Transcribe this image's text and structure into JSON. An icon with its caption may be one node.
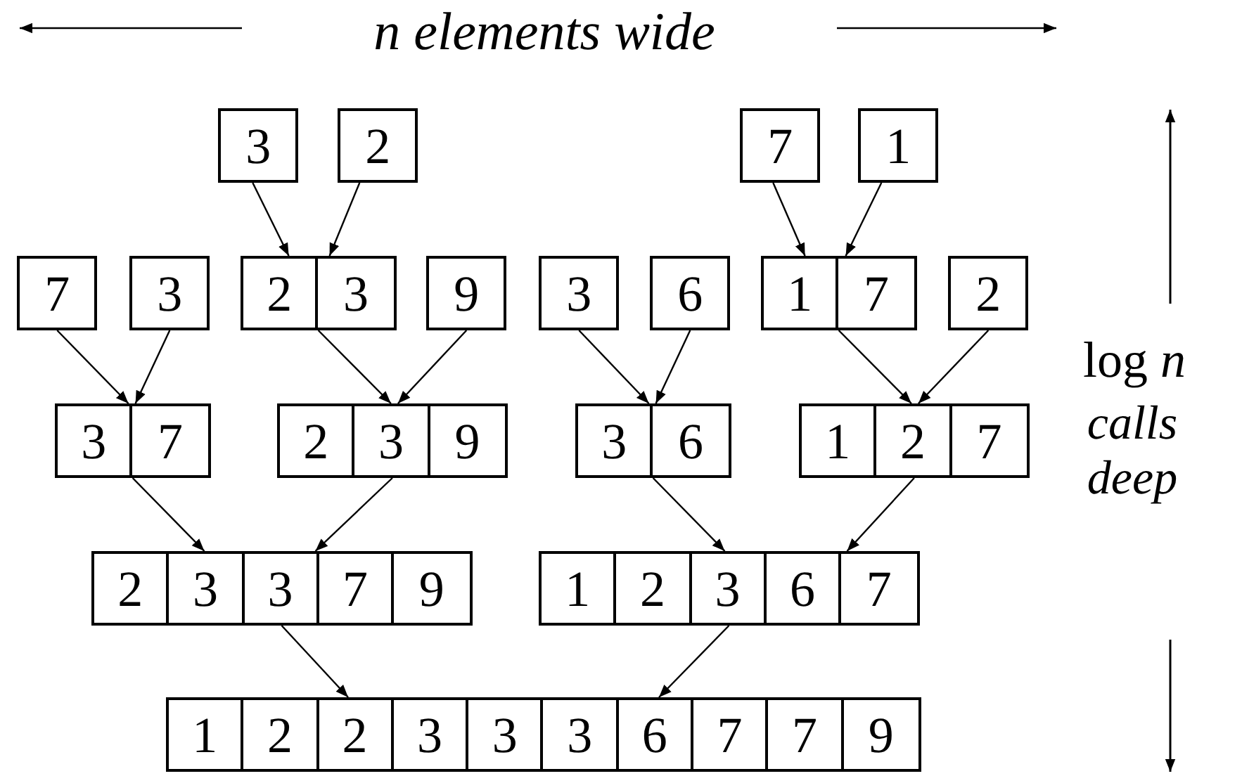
{
  "diagram": {
    "nodes": [
      {
        "text": [
          "3"
        ]
      },
      {
        "text": [
          "2"
        ]
      },
      {
        "text": [
          "7"
        ]
      },
      {
        "text": [
          "1"
        ]
      },
      {
        "text": [
          "7"
        ]
      },
      {
        "text": [
          "3"
        ]
      },
      {
        "text": [
          "2",
          "3"
        ]
      },
      {
        "text": [
          "9"
        ]
      },
      {
        "text": [
          "3"
        ]
      },
      {
        "text": [
          "6"
        ]
      },
      {
        "text": [
          "1",
          "7"
        ]
      },
      {
        "text": [
          "2"
        ]
      },
      {
        "text": [
          "3",
          "7"
        ]
      },
      {
        "text": [
          "2",
          "3",
          "9"
        ]
      },
      {
        "text": [
          "3",
          "6"
        ]
      },
      {
        "text": [
          "1",
          "2",
          "7"
        ]
      },
      {
        "text": [
          "2",
          "3",
          "3",
          "7",
          "9"
        ]
      },
      {
        "text": [
          "1",
          "2",
          "3",
          "6",
          "7"
        ]
      },
      {
        "text": [
          "1",
          "2",
          "2",
          "3",
          "3",
          "3",
          "6",
          "7",
          "7",
          "9"
        ]
      }
    ],
    "edges": [
      {
        "from": 0,
        "to": 6,
        "arrow": "to"
      },
      {
        "from": 1,
        "to": 6,
        "arrow": "to"
      },
      {
        "from": 2,
        "to": 10,
        "arrow": "to"
      },
      {
        "from": 3,
        "to": 10,
        "arrow": "to"
      },
      {
        "from": 4,
        "to": 12,
        "arrow": "to"
      },
      {
        "from": 5,
        "to": 12,
        "arrow": "to"
      },
      {
        "from": 6,
        "to": 13,
        "arrow": "to"
      },
      {
        "from": 7,
        "to": 13,
        "arrow": "to"
      },
      {
        "from": 8,
        "to": 14,
        "arrow": "to"
      },
      {
        "from": 9,
        "to": 14,
        "arrow": "to"
      },
      {
        "from": 10,
        "to": 15,
        "arrow": "to"
      },
      {
        "from": 11,
        "to": 15,
        "arrow": "to"
      },
      {
        "from": 12,
        "to": 16,
        "arrow": "to"
      },
      {
        "from": 13,
        "to": 16,
        "arrow": "to"
      },
      {
        "from": 14,
        "to": 17,
        "arrow": "to"
      },
      {
        "from": 15,
        "to": 17,
        "arrow": "to"
      },
      {
        "from": 16,
        "to": 18,
        "arrow": "to"
      },
      {
        "from": 17,
        "to": 18,
        "arrow": "to"
      }
    ],
    "labels": [
      "n elements wide",
      "log *n*",
      "calls deep"
    ]
  }
}
